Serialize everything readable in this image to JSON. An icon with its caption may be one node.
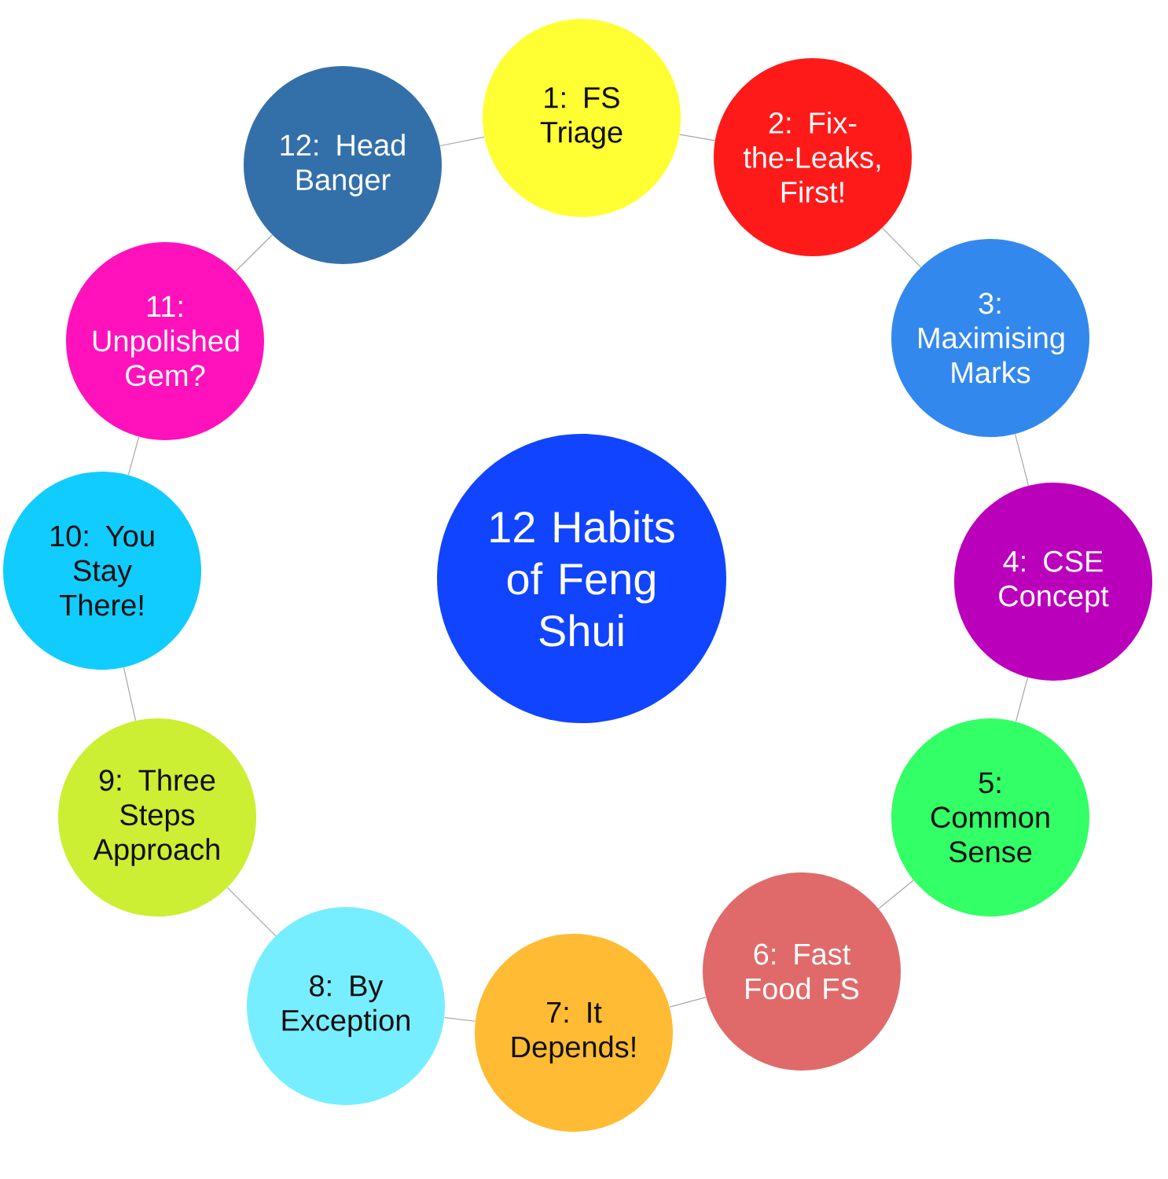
{
  "diagram": {
    "nodes": [
      {
        "text": [
          "12 Habits of Feng Shui"
        ]
      },
      {
        "text": [
          "1: FS Triage"
        ]
      },
      {
        "text": [
          "2: Fix-the-Leaks, First!"
        ]
      },
      {
        "text": [
          "3: Maximising Marks"
        ]
      },
      {
        "text": [
          "4: CSE Concept"
        ]
      },
      {
        "text": [
          "5: Common Sense"
        ]
      },
      {
        "text": [
          "6: Fast Food FS"
        ]
      },
      {
        "text": [
          "7: It Depends!"
        ]
      },
      {
        "text": [
          "8: By Exception"
        ]
      },
      {
        "text": [
          "9: Three Steps Approach"
        ]
      },
      {
        "text": [
          "10: You Stay There!"
        ]
      },
      {
        "text": [
          "11: Unpolished Gem?"
        ]
      },
      {
        "text": [
          "12: Head Banger"
        ]
      }
    ],
    "edges": [
      {
        "from": 1,
        "to": 2,
        "arrow": "none"
      },
      {
        "from": 2,
        "to": 3,
        "arrow": "none"
      },
      {
        "from": 3,
        "to": 4,
        "arrow": "none"
      },
      {
        "from": 4,
        "to": 5,
        "arrow": "none"
      },
      {
        "from": 5,
        "to": 6,
        "arrow": "none"
      },
      {
        "from": 6,
        "to": 7,
        "arrow": "none"
      },
      {
        "from": 7,
        "to": 8,
        "arrow": "none"
      },
      {
        "from": 8,
        "to": 9,
        "arrow": "none"
      },
      {
        "from": 9,
        "to": 10,
        "arrow": "none"
      },
      {
        "from": 10,
        "to": 11,
        "arrow": "none"
      },
      {
        "from": 11,
        "to": 12,
        "arrow": "none"
      },
      {
        "from": 12,
        "to": 1,
        "arrow": "none"
      }
    ]
  }
}
